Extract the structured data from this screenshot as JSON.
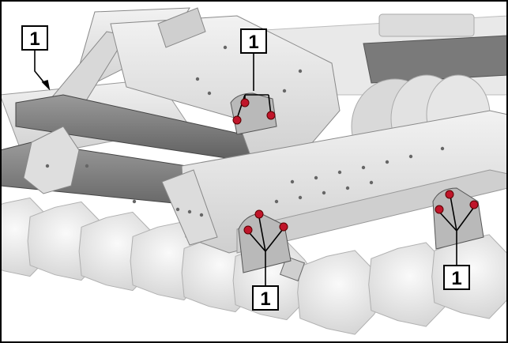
{
  "callouts": [
    {
      "label": "1"
    },
    {
      "label": "1"
    },
    {
      "label": "1"
    },
    {
      "label": "1"
    }
  ],
  "colors": {
    "frame_light": "#e6e6e6",
    "frame_mid": "#c8c8c8",
    "frame_dark": "#8c8c8c",
    "bar_dark": "#6e6e6e",
    "disc": "#efefef",
    "bolt_red": "#c0152a",
    "outline": "#222222"
  },
  "icons": [
    "bolt-marker-icon"
  ]
}
